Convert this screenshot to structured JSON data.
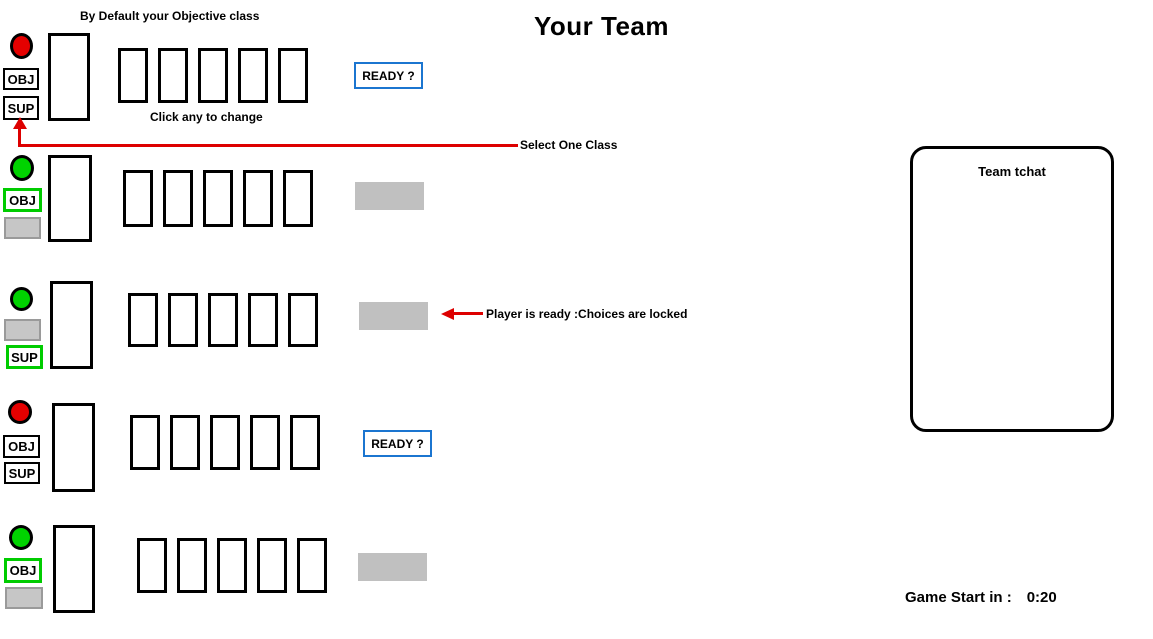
{
  "title": "Your Team",
  "hints": {
    "default_class": "By Default your Objective class",
    "click_any": "Click any to change"
  },
  "annotations": {
    "select_one_class": "Select One Class",
    "player_ready": "Player is ready :Choices are locked"
  },
  "chat": {
    "title": "Team tchat"
  },
  "timer": {
    "label": "Game Start in :",
    "value": "0:20"
  },
  "colors": {
    "ready_green": "#00d300",
    "not_ready_red": "#e50000",
    "selected_border_green": "#00cc00",
    "locked_gray": "#c0c0c0",
    "ready_button_blue": "#1b75d0",
    "annotation_red": "#dd0000"
  },
  "players": [
    {
      "status": "not_ready",
      "badges": [
        {
          "label": "OBJ",
          "style": "option"
        },
        {
          "label": "SUP",
          "style": "option"
        }
      ],
      "ready": {
        "type": "button",
        "label": "READY ?"
      }
    },
    {
      "status": "ready",
      "badges": [
        {
          "label": "OBJ",
          "style": "selected"
        },
        {
          "label": "",
          "style": "locked"
        }
      ],
      "ready": {
        "type": "locked",
        "label": ""
      }
    },
    {
      "status": "ready",
      "badges": [
        {
          "label": "",
          "style": "locked"
        },
        {
          "label": "SUP",
          "style": "selected"
        }
      ],
      "ready": {
        "type": "locked",
        "label": ""
      }
    },
    {
      "status": "not_ready",
      "badges": [
        {
          "label": "OBJ",
          "style": "option"
        },
        {
          "label": "SUP",
          "style": "option"
        }
      ],
      "ready": {
        "type": "button",
        "label": "READY ?"
      }
    },
    {
      "status": "ready",
      "badges": [
        {
          "label": "OBJ",
          "style": "selected"
        },
        {
          "label": "",
          "style": "locked"
        }
      ],
      "ready": {
        "type": "locked",
        "label": ""
      }
    }
  ],
  "cards_per_player": 5
}
